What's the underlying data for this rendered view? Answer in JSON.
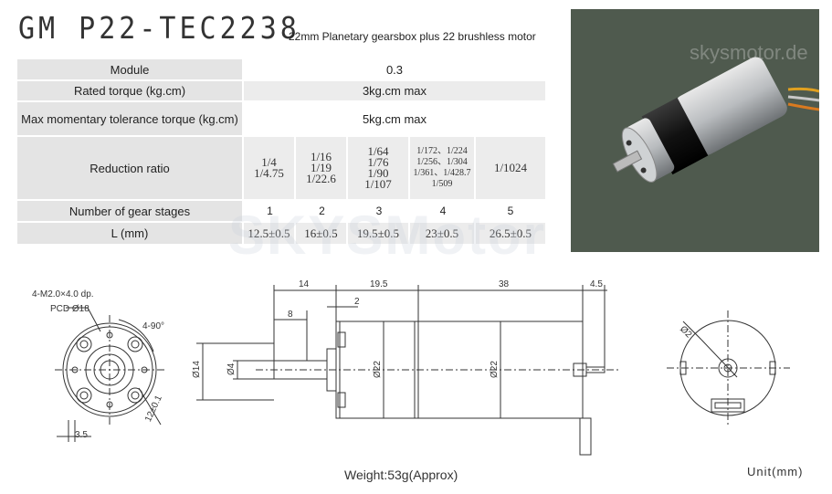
{
  "header": {
    "model": "GM P22-TEC2238",
    "subtitle": "22mm Planetary gearsbox plus 22 brushless motor"
  },
  "specs": {
    "module_label": "Module",
    "module_value": "0.3",
    "rated_label": "Rated torque (kg.cm)",
    "rated_value": "3kg.cm max",
    "momentary_label": "Max momentary tolerance torque (kg.cm)",
    "momentary_value": "5kg.cm max",
    "ratio_label": "Reduction ratio",
    "ratios": [
      [
        "1/4",
        "1/4.75"
      ],
      [
        "1/16",
        "1/19",
        "1/22.6"
      ],
      [
        "1/64",
        "1/76",
        "1/90",
        "1/107"
      ],
      [
        "1/172、1/224",
        "1/256、1/304",
        "1/361、1/428.7",
        "1/509"
      ],
      [
        "1/1024"
      ]
    ],
    "stages_label": "Number of gear stages",
    "stages": [
      "1",
      "2",
      "3",
      "4",
      "5"
    ],
    "length_label": "L (mm)",
    "lengths": [
      "12.5±0.5",
      "16±0.5",
      "19.5±0.5",
      "23±0.5",
      "26.5±0.5"
    ]
  },
  "watermark": {
    "main": "SKYSMotor",
    "photo": "skysmotor.de"
  },
  "drawing": {
    "front": {
      "holes": "4-M2.0×4.0 dp.",
      "pcd": "PCD Ø18",
      "angle": "4-90°",
      "width": "3.5",
      "radial": "12±0.1"
    },
    "side": {
      "d14": "14",
      "d195": "19.5",
      "d38": "38",
      "d45": "4.5",
      "d2": "2",
      "d8": "8",
      "phi14": "Ø14",
      "phi4": "Ø4",
      "phi22a": "Ø22",
      "phi22b": "Ø22"
    },
    "rear": {
      "phi2": "Ø2"
    }
  },
  "footer": {
    "weight": "Weight:53g(Approx)",
    "unit": "Unit(mm)"
  }
}
